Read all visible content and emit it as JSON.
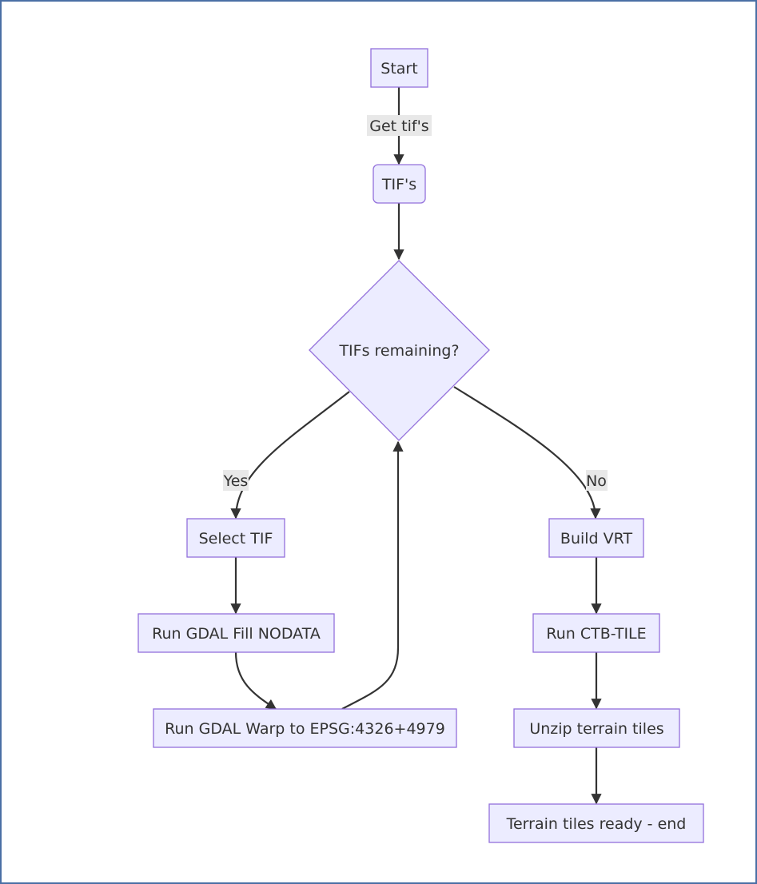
{
  "diagram": {
    "type": "flowchart",
    "direction": "top-down",
    "colors": {
      "node_fill": "#ececff",
      "node_stroke": "#9370db",
      "edge": "#333333",
      "edge_label_bg": "#e8e8e8",
      "frame_border": "#4a6fa5"
    },
    "nodes": {
      "start": "Start",
      "tifs": "TIF's",
      "decision": "TIFs remaining?",
      "select_tif": "Select TIF",
      "fill_nodata": "Run GDAL Fill NODATA",
      "warp": "Run GDAL Warp to EPSG:4326+4979",
      "build_vrt": "Build VRT",
      "ctb_tile": "Run CTB-TILE",
      "unzip": "Unzip terrain tiles",
      "end": "Terrain tiles ready - end"
    },
    "edges": [
      {
        "from": "start",
        "to": "tifs",
        "label": "Get tif's"
      },
      {
        "from": "tifs",
        "to": "decision",
        "label": ""
      },
      {
        "from": "decision",
        "to": "select_tif",
        "label": "Yes"
      },
      {
        "from": "decision",
        "to": "build_vrt",
        "label": "No"
      },
      {
        "from": "select_tif",
        "to": "fill_nodata",
        "label": ""
      },
      {
        "from": "fill_nodata",
        "to": "warp",
        "label": ""
      },
      {
        "from": "warp",
        "to": "decision",
        "label": ""
      },
      {
        "from": "build_vrt",
        "to": "ctb_tile",
        "label": ""
      },
      {
        "from": "ctb_tile",
        "to": "unzip",
        "label": ""
      },
      {
        "from": "unzip",
        "to": "end",
        "label": ""
      }
    ]
  }
}
